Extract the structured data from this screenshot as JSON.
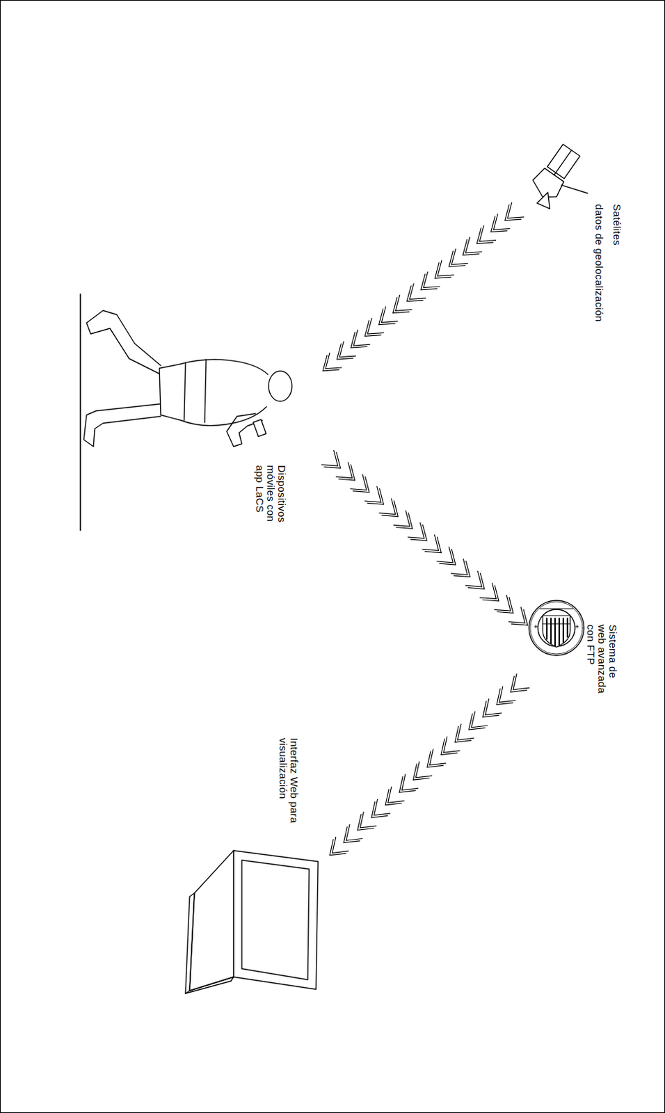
{
  "diagram": {
    "nodes": [
      {
        "text": [
          "Satélites",
          "datos de geolocalización"
        ]
      },
      {
        "text": [
          "Dispositivos móviles con app LaCS"
        ]
      },
      {
        "text": [
          "Sistema de web avanzada con FTP"
        ]
      },
      {
        "text": [
          "Interfaz Web para visualización"
        ]
      }
    ],
    "edges": [
      {
        "from": 0,
        "to": 1,
        "arrow": "to"
      },
      {
        "from": 1,
        "to": 2,
        "arrow": "to"
      },
      {
        "from": 2,
        "to": 3,
        "arrow": "to"
      }
    ]
  }
}
